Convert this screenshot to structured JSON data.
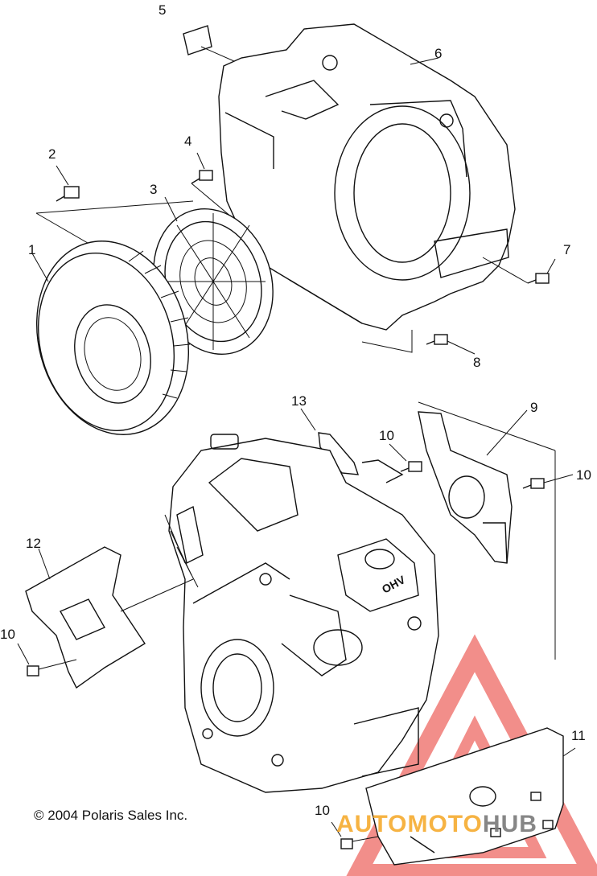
{
  "diagram": {
    "callouts": [
      {
        "id": "c1",
        "text": "1"
      },
      {
        "id": "c2",
        "text": "2"
      },
      {
        "id": "c3",
        "text": "3"
      },
      {
        "id": "c4",
        "text": "4"
      },
      {
        "id": "c5",
        "text": "5"
      },
      {
        "id": "c6",
        "text": "6"
      },
      {
        "id": "c7",
        "text": "7"
      },
      {
        "id": "c8",
        "text": "8"
      },
      {
        "id": "c9",
        "text": "9"
      },
      {
        "id": "c10a",
        "text": "10"
      },
      {
        "id": "c10b",
        "text": "10"
      },
      {
        "id": "c10c",
        "text": "10"
      },
      {
        "id": "c10d",
        "text": "10"
      },
      {
        "id": "c11",
        "text": "11"
      },
      {
        "id": "c12",
        "text": "12"
      },
      {
        "id": "c13",
        "text": "13"
      }
    ],
    "copyright": "© 2004 Polaris Sales Inc.",
    "engine_marking": "OHV"
  },
  "watermark": {
    "part1": "AUTO",
    "part2": "MOTO",
    "part3": "HUB",
    "logo_color": "#e8322b",
    "accent_color": "#f5a623"
  }
}
